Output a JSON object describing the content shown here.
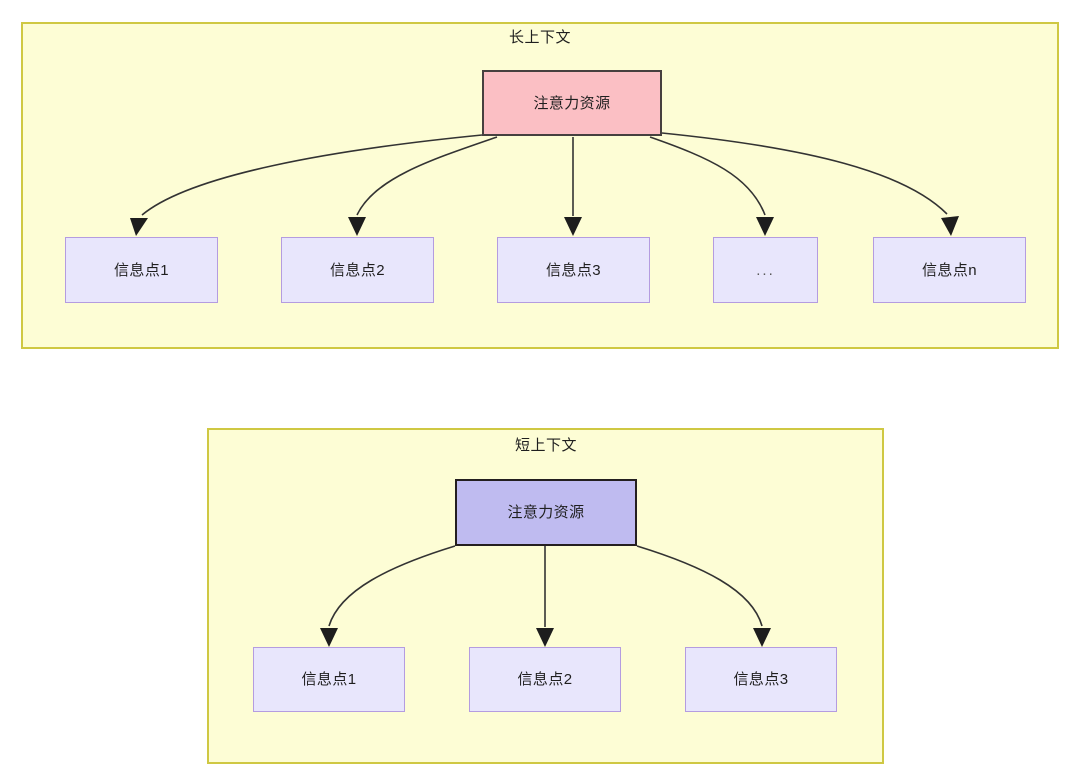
{
  "diagram": {
    "type": "hierarchy-comparison",
    "background_color": "#ffffff",
    "panel_fill": "#fdfdd5",
    "panel_border": "#cfc843",
    "leaf_fill": "#e8e6fc",
    "leaf_border": "#b49ce0",
    "edge_color": "#333333"
  },
  "panels": [
    {
      "id": "long-context",
      "title": "长上下文",
      "root": {
        "label": "注意力资源",
        "fill": "#fbbfc4",
        "border": "#46403f"
      },
      "leaves": [
        {
          "label": "信息点1"
        },
        {
          "label": "信息点2"
        },
        {
          "label": "信息点3"
        },
        {
          "label": "..."
        },
        {
          "label": "信息点n"
        }
      ]
    },
    {
      "id": "short-context",
      "title": "短上下文",
      "root": {
        "label": "注意力资源",
        "fill": "#bfbbf0",
        "border": "#241f20"
      },
      "leaves": [
        {
          "label": "信息点1"
        },
        {
          "label": "信息点2"
        },
        {
          "label": "信息点3"
        }
      ]
    }
  ]
}
